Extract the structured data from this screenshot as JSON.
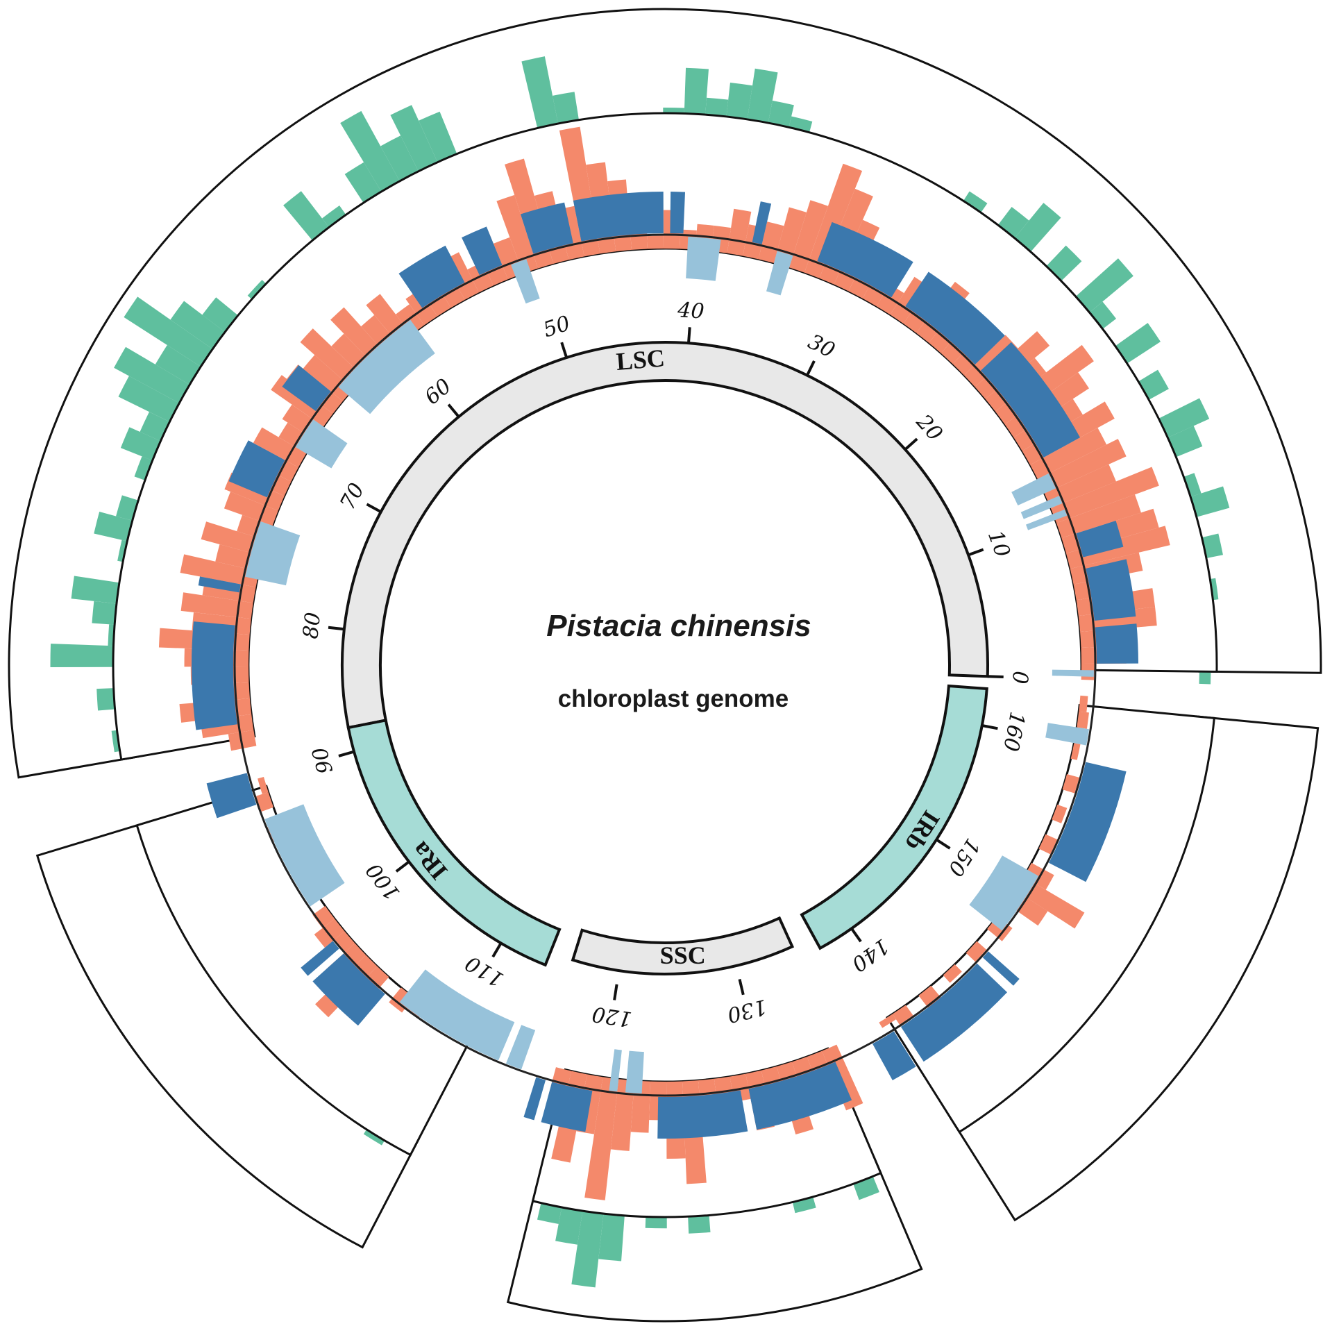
{
  "title": "Pistacia chinensis",
  "subtitle": "chloroplast genome",
  "colors": {
    "lsc_ssc_fill": "#e8e8e8",
    "ir_fill": "#a6dcd6",
    "gene_dark": "#3b78ad",
    "gene_light": "#97c2da",
    "track_orange": "#f4896b",
    "track_green": "#5fbf9e",
    "outline": "#111111"
  },
  "chart_data": {
    "type": "circular-genome-map",
    "genome_length_kb": 164,
    "ticks": [
      0,
      10,
      20,
      30,
      40,
      50,
      60,
      70,
      80,
      90,
      100,
      110,
      120,
      130,
      140,
      150,
      160
    ],
    "tick_labels": [
      "0",
      "10",
      "20",
      "30",
      "40",
      "50",
      "60",
      "70",
      "80",
      "90",
      "100",
      "110",
      "120",
      "130",
      "140",
      "150",
      "160"
    ],
    "regions": [
      {
        "name": "LSC",
        "start": 0,
        "end": 88
      },
      {
        "name": "IRa",
        "start": 88,
        "end": 114
      },
      {
        "name": "SSC",
        "start": 116,
        "end": 135
      },
      {
        "name": "IRb",
        "start": 137,
        "end": 163
      }
    ],
    "genes": [
      {
        "start": 0.2,
        "end": 0.6,
        "strand": "light"
      },
      {
        "start": 1.0,
        "end": 3.2,
        "strand": "dark"
      },
      {
        "start": 3.6,
        "end": 6.8,
        "strand": "dark"
      },
      {
        "start": 7.5,
        "end": 9.0,
        "strand": "dark"
      },
      {
        "start": 10.2,
        "end": 10.6,
        "strand": "light"
      },
      {
        "start": 11.0,
        "end": 11.5,
        "strand": "light"
      },
      {
        "start": 12.0,
        "end": 13.0,
        "strand": "light"
      },
      {
        "start": 14.0,
        "end": 20.5,
        "strand": "dark"
      },
      {
        "start": 21.0,
        "end": 26.5,
        "strand": "dark"
      },
      {
        "start": 27.5,
        "end": 32.5,
        "strand": "dark"
      },
      {
        "start": 34.0,
        "end": 35.0,
        "strand": "light"
      },
      {
        "start": 36.0,
        "end": 36.6,
        "strand": "dark"
      },
      {
        "start": 38.5,
        "end": 40.5,
        "strand": "light"
      },
      {
        "start": 40.8,
        "end": 41.6,
        "strand": "dark"
      },
      {
        "start": 42.0,
        "end": 47.0,
        "strand": "dark"
      },
      {
        "start": 47.5,
        "end": 50.0,
        "strand": "dark"
      },
      {
        "start": 50.5,
        "end": 51.5,
        "strand": "light"
      },
      {
        "start": 52.0,
        "end": 53.5,
        "strand": "dark"
      },
      {
        "start": 54.5,
        "end": 57.5,
        "strand": "dark"
      },
      {
        "start": 58.5,
        "end": 64.5,
        "strand": "light"
      },
      {
        "start": 65.0,
        "end": 66.5,
        "strand": "dark"
      },
      {
        "start": 67.0,
        "end": 69.0,
        "strand": "light"
      },
      {
        "start": 70.0,
        "end": 72.5,
        "strand": "dark"
      },
      {
        "start": 74.0,
        "end": 77.5,
        "strand": "light"
      },
      {
        "start": 78.0,
        "end": 78.5,
        "strand": "dark"
      },
      {
        "start": 80.5,
        "end": 86.5,
        "strand": "dark"
      },
      {
        "start": 89.5,
        "end": 91.5,
        "strand": "dark"
      },
      {
        "start": 92.5,
        "end": 98.5,
        "strand": "light"
      },
      {
        "start": 101.0,
        "end": 101.6,
        "strand": "dark"
      },
      {
        "start": 102.0,
        "end": 105.5,
        "strand": "dark"
      },
      {
        "start": 106.5,
        "end": 113.5,
        "strand": "light"
      },
      {
        "start": 114.0,
        "end": 115.0,
        "strand": "light"
      },
      {
        "start": 116.0,
        "end": 116.6,
        "strand": "dark"
      },
      {
        "start": 117.0,
        "end": 119.5,
        "strand": "dark"
      },
      {
        "start": 120.5,
        "end": 121.0,
        "strand": "light"
      },
      {
        "start": 121.5,
        "end": 122.5,
        "strand": "light"
      },
      {
        "start": 123.5,
        "end": 128.5,
        "strand": "dark"
      },
      {
        "start": 129.0,
        "end": 134.5,
        "strand": "dark"
      },
      {
        "start": 137.0,
        "end": 138.5,
        "strand": "dark"
      },
      {
        "start": 139.0,
        "end": 145.0,
        "strand": "dark"
      },
      {
        "start": 145.5,
        "end": 146.0,
        "strand": "dark"
      },
      {
        "start": 147.5,
        "end": 151.5,
        "strand": "light"
      },
      {
        "start": 152.5,
        "end": 159.0,
        "strand": "dark"
      },
      {
        "start": 160.0,
        "end": 161.0,
        "strand": "light"
      }
    ],
    "orange_track": {
      "bin_kb": 1,
      "segments": [
        [
          0,
          88
        ],
        [
          90,
          112
        ],
        [
          117,
          135
        ],
        [
          138,
          163
        ]
      ],
      "values": [
        {
          "x": 0.5,
          "y": 0.1
        },
        {
          "x": 1.5,
          "y": 0.35
        },
        {
          "x": 2.5,
          "y": 0.35
        },
        {
          "x": 3.5,
          "y": 0.6
        },
        {
          "x": 4.5,
          "y": 0.6
        },
        {
          "x": 5.5,
          "y": 0.4
        },
        {
          "x": 6.5,
          "y": 0.55
        },
        {
          "x": 7.5,
          "y": 0.8
        },
        {
          "x": 8.5,
          "y": 0.75
        },
        {
          "x": 9.5,
          "y": 0.65
        },
        {
          "x": 10.5,
          "y": 0.85
        },
        {
          "x": 11.5,
          "y": 0.55
        },
        {
          "x": 12.5,
          "y": 0.7
        },
        {
          "x": 13.5,
          "y": 0.6
        },
        {
          "x": 14.5,
          "y": 0.75
        },
        {
          "x": 15.5,
          "y": 0.55
        },
        {
          "x": 16.5,
          "y": 0.7
        },
        {
          "x": 17.5,
          "y": 0.85
        },
        {
          "x": 18.5,
          "y": 0.5
        },
        {
          "x": 19.5,
          "y": 0.65
        },
        {
          "x": 20.5,
          "y": 0.45
        },
        {
          "x": 21.5,
          "y": 0.4
        },
        {
          "x": 22.5,
          "y": 0.3
        },
        {
          "x": 23.5,
          "y": 0.35
        },
        {
          "x": 24.5,
          "y": 0.5
        },
        {
          "x": 25.5,
          "y": 0.25
        },
        {
          "x": 26.5,
          "y": 0.35
        },
        {
          "x": 27.5,
          "y": 0.2
        },
        {
          "x": 28.5,
          "y": 0.4
        },
        {
          "x": 29.5,
          "y": 0.3
        },
        {
          "x": 30.5,
          "y": 0.55
        },
        {
          "x": 31.5,
          "y": 0.75
        },
        {
          "x": 32.5,
          "y": 0.9
        },
        {
          "x": 33.5,
          "y": 0.55
        },
        {
          "x": 34.5,
          "y": 0.45
        },
        {
          "x": 35.5,
          "y": 0.3
        },
        {
          "x": 36.5,
          "y": 0.25
        },
        {
          "x": 37.5,
          "y": 0.35
        },
        {
          "x": 38.5,
          "y": 0.2
        },
        {
          "x": 39.5,
          "y": 0.2
        },
        {
          "x": 40.5,
          "y": 0.15
        },
        {
          "x": 41.5,
          "y": 0.3
        },
        {
          "x": 42.5,
          "y": 0.1
        },
        {
          "x": 43.5,
          "y": 0.25
        },
        {
          "x": 44.5,
          "y": 0.55
        },
        {
          "x": 45.5,
          "y": 0.7
        },
        {
          "x": 46.5,
          "y": 1.0
        },
        {
          "x": 47.5,
          "y": 0.4
        },
        {
          "x": 48.5,
          "y": 0.55
        },
        {
          "x": 49.5,
          "y": 0.85
        },
        {
          "x": 50.5,
          "y": 0.6
        },
        {
          "x": 51.5,
          "y": 0.3
        },
        {
          "x": 52.5,
          "y": 0.4
        },
        {
          "x": 53.5,
          "y": 0.2
        },
        {
          "x": 54.5,
          "y": 0.35
        },
        {
          "x": 55.5,
          "y": 0.15
        },
        {
          "x": 56.5,
          "y": 0.35
        },
        {
          "x": 57.5,
          "y": 0.25
        },
        {
          "x": 58.5,
          "y": 0.2
        },
        {
          "x": 59.5,
          "y": 0.4
        },
        {
          "x": 60.5,
          "y": 0.3
        },
        {
          "x": 61.5,
          "y": 0.5
        },
        {
          "x": 62.5,
          "y": 0.35
        },
        {
          "x": 63.5,
          "y": 0.55
        },
        {
          "x": 64.5,
          "y": 0.4
        },
        {
          "x": 65.5,
          "y": 0.45
        },
        {
          "x": 66.5,
          "y": 0.5
        },
        {
          "x": 67.5,
          "y": 0.3
        },
        {
          "x": 68.5,
          "y": 0.25
        },
        {
          "x": 69.5,
          "y": 0.4
        },
        {
          "x": 70.5,
          "y": 0.35
        },
        {
          "x": 71.5,
          "y": 0.3
        },
        {
          "x": 72.5,
          "y": 0.45
        },
        {
          "x": 73.5,
          "y": 0.4
        },
        {
          "x": 74.5,
          "y": 0.25
        },
        {
          "x": 75.5,
          "y": 0.5
        },
        {
          "x": 76.5,
          "y": 0.35
        },
        {
          "x": 77.5,
          "y": 0.6
        },
        {
          "x": 78.5,
          "y": 0.4
        },
        {
          "x": 79.5,
          "y": 0.55
        },
        {
          "x": 80.5,
          "y": 0.45
        },
        {
          "x": 81.5,
          "y": 0.7
        },
        {
          "x": 82.5,
          "y": 0.5
        },
        {
          "x": 83.5,
          "y": 0.45
        },
        {
          "x": 84.5,
          "y": 0.35
        },
        {
          "x": 85.5,
          "y": 0.55
        },
        {
          "x": 86.5,
          "y": 0.4
        },
        {
          "x": 87.5,
          "y": 0.2
        },
        {
          "x": 90.5,
          "y": 0.05
        },
        {
          "x": 91.5,
          "y": 0.1
        },
        {
          "x": 92.5,
          "y": 0.0
        },
        {
          "x": 93.5,
          "y": 0.1
        },
        {
          "x": 95.5,
          "y": 0.08
        },
        {
          "x": 97.5,
          "y": 0.08
        },
        {
          "x": 99.5,
          "y": 0.12
        },
        {
          "x": 100.5,
          "y": 0.2
        },
        {
          "x": 101.5,
          "y": 0.1
        },
        {
          "x": 102.5,
          "y": 0.3
        },
        {
          "x": 103.5,
          "y": 0.55
        },
        {
          "x": 104.5,
          "y": 0.2
        },
        {
          "x": 106.5,
          "y": 0.15
        },
        {
          "x": 107.5,
          "y": 0.1
        },
        {
          "x": 109.5,
          "y": 0.08
        },
        {
          "x": 111.5,
          "y": 0.05
        },
        {
          "x": 117.5,
          "y": 0.15
        },
        {
          "x": 118.5,
          "y": 0.7
        },
        {
          "x": 119.5,
          "y": 0.45
        },
        {
          "x": 120.5,
          "y": 0.95
        },
        {
          "x": 121.5,
          "y": 0.55
        },
        {
          "x": 122.5,
          "y": 0.4
        },
        {
          "x": 123.5,
          "y": 0.3
        },
        {
          "x": 124.5,
          "y": 0.6
        },
        {
          "x": 125.5,
          "y": 0.8
        },
        {
          "x": 126.5,
          "y": 0.25
        },
        {
          "x": 127.5,
          "y": 0.35
        },
        {
          "x": 128.5,
          "y": 0.2
        },
        {
          "x": 129.5,
          "y": 0.45
        },
        {
          "x": 130.5,
          "y": 0.3
        },
        {
          "x": 131.5,
          "y": 0.55
        },
        {
          "x": 132.5,
          "y": 0.4
        },
        {
          "x": 133.5,
          "y": 0.35
        },
        {
          "x": 134.5,
          "y": 0.5
        },
        {
          "x": 138.5,
          "y": 0.05
        },
        {
          "x": 139.5,
          "y": 0.1
        },
        {
          "x": 141.5,
          "y": 0.12
        },
        {
          "x": 143.5,
          "y": 0.08
        },
        {
          "x": 145.5,
          "y": 0.1
        },
        {
          "x": 147.5,
          "y": 0.15
        },
        {
          "x": 149.5,
          "y": 0.3
        },
        {
          "x": 150.5,
          "y": 0.55
        },
        {
          "x": 151.5,
          "y": 0.2
        },
        {
          "x": 153.5,
          "y": 0.1
        },
        {
          "x": 155.5,
          "y": 0.08
        },
        {
          "x": 157.5,
          "y": 0.1
        },
        {
          "x": 159.5,
          "y": 0.05
        },
        {
          "x": 161.5,
          "y": 0.08
        },
        {
          "x": 162.5,
          "y": 0.06
        }
      ]
    },
    "green_track": {
      "bin_kb": 1,
      "segments": [
        [
          0,
          88
        ],
        [
          90,
          112
        ],
        [
          117,
          135
        ],
        [
          138,
          163
        ]
      ],
      "values": [
        {
          "x": 0.5,
          "y": 0.1
        },
        {
          "x": 2.5,
          "y": 0.15
        },
        {
          "x": 4.5,
          "y": 0.2
        },
        {
          "x": 6.5,
          "y": 0.3
        },
        {
          "x": 8.5,
          "y": 0.45
        },
        {
          "x": 9.5,
          "y": 0.25
        },
        {
          "x": 11.5,
          "y": 0.4
        },
        {
          "x": 12.5,
          "y": 0.55
        },
        {
          "x": 14.5,
          "y": 0.35
        },
        {
          "x": 16.5,
          "y": 0.5
        },
        {
          "x": 18.5,
          "y": 0.3
        },
        {
          "x": 19.5,
          "y": 0.65
        },
        {
          "x": 21.5,
          "y": 0.4
        },
        {
          "x": 23.5,
          "y": 0.55
        },
        {
          "x": 24.5,
          "y": 0.35
        },
        {
          "x": 26.5,
          "y": 0.25
        },
        {
          "x": 34.5,
          "y": 0.15
        },
        {
          "x": 35.5,
          "y": 0.25
        },
        {
          "x": 36.5,
          "y": 0.35
        },
        {
          "x": 37.5,
          "y": 0.6
        },
        {
          "x": 38.5,
          "y": 0.45
        },
        {
          "x": 39.5,
          "y": 0.3
        },
        {
          "x": 40.5,
          "y": 0.55
        },
        {
          "x": 41.5,
          "y": 0.2
        },
        {
          "x": 46.5,
          "y": 0.4
        },
        {
          "x": 47.5,
          "y": 0.75
        },
        {
          "x": 52.5,
          "y": 0.55
        },
        {
          "x": 53.5,
          "y": 0.7
        },
        {
          "x": 54.5,
          "y": 0.5
        },
        {
          "x": 55.5,
          "y": 0.85
        },
        {
          "x": 56.5,
          "y": 0.45
        },
        {
          "x": 58.5,
          "y": 0.25
        },
        {
          "x": 59.5,
          "y": 0.55
        },
        {
          "x": 61.5,
          "y": 0.15
        },
        {
          "x": 63.5,
          "y": 0.2
        },
        {
          "x": 65.5,
          "y": 0.4
        },
        {
          "x": 66.5,
          "y": 0.6
        },
        {
          "x": 67.5,
          "y": 0.95
        },
        {
          "x": 68.5,
          "y": 0.5
        },
        {
          "x": 69.5,
          "y": 0.8
        },
        {
          "x": 70.5,
          "y": 0.65
        },
        {
          "x": 71.5,
          "y": 0.35
        },
        {
          "x": 72.5,
          "y": 0.45
        },
        {
          "x": 73.5,
          "y": 0.25
        },
        {
          "x": 75.5,
          "y": 0.3
        },
        {
          "x": 76.5,
          "y": 0.45
        },
        {
          "x": 77.5,
          "y": 0.2
        },
        {
          "x": 79.5,
          "y": 0.55
        },
        {
          "x": 80.5,
          "y": 0.35
        },
        {
          "x": 81.5,
          "y": 0.2
        },
        {
          "x": 82.5,
          "y": 0.7
        },
        {
          "x": 84.5,
          "y": 0.3
        },
        {
          "x": 85.5,
          "y": 0.15
        },
        {
          "x": 86.5,
          "y": 0.2
        },
        {
          "x": 109.5,
          "y": 0.2
        },
        {
          "x": 118.5,
          "y": 0.3
        },
        {
          "x": 119.5,
          "y": 0.45
        },
        {
          "x": 120.5,
          "y": 0.8
        },
        {
          "x": 121.5,
          "y": 0.55
        },
        {
          "x": 123.5,
          "y": 0.25
        },
        {
          "x": 125.5,
          "y": 0.3
        },
        {
          "x": 130.5,
          "y": 0.25
        },
        {
          "x": 133.5,
          "y": 0.3
        },
        {
          "x": 147.5,
          "y": 0.15
        }
      ]
    }
  }
}
